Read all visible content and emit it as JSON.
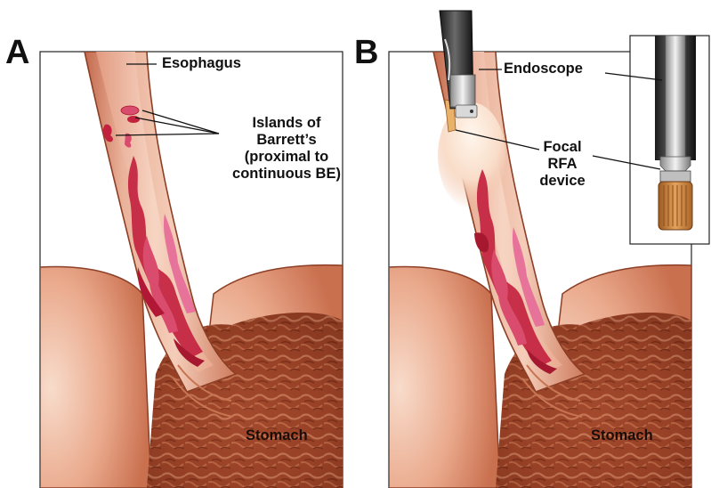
{
  "panel_a": {
    "letter": "A",
    "esophagus_label": "Esophagus",
    "islands_label": [
      "Islands of",
      "Barrett’s",
      "(proximal to",
      "continuous BE)"
    ],
    "stomach_label": "Stomach"
  },
  "panel_b": {
    "letter": "B",
    "endoscope_label": "Endoscope",
    "device_label": [
      "Focal",
      "RFA",
      "device"
    ],
    "stomach_label": "Stomach"
  },
  "colors": {
    "tissue_light": "#f3c8b2",
    "tissue_mid": "#e8a488",
    "tissue_dark": "#c96a4d",
    "barrett_red": "#c3223f",
    "barrett_pink": "#e7739a",
    "stomach_dark": "#8a3a22",
    "device_copper": "#c9843d",
    "scope_black": "#2a2a2a"
  },
  "icons": [
    "esophagus-illustration",
    "endoscope-illustration",
    "rfa-device-illustration"
  ]
}
